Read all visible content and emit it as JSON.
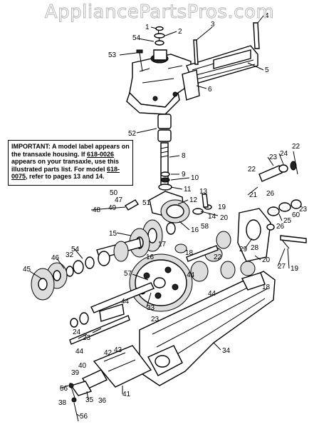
{
  "watermark": "AppliancePartsPros.com",
  "notice": {
    "lead": "IMPORTANT:",
    "line1": " A model label appears on the transaxle housing. If ",
    "model_a": "618-0026",
    "line2": " appears on your transaxle, use this illustrated parts list. For model ",
    "model_b": "618-0075",
    "line3": ", refer to pages 13 and 14."
  },
  "callouts": [
    "1",
    "2",
    "3",
    "4",
    "54",
    "53",
    "5",
    "6",
    "52",
    "8",
    "9",
    "10",
    "11",
    "12",
    "13",
    "14",
    "15",
    "16",
    "17",
    "18",
    "19",
    "20",
    "21",
    "22",
    "23",
    "24",
    "25",
    "26",
    "27",
    "28",
    "29",
    "32",
    "33",
    "34",
    "35",
    "36",
    "38",
    "39",
    "40",
    "41",
    "42",
    "43",
    "44",
    "45",
    "46",
    "47",
    "48",
    "49",
    "50",
    "51",
    "56",
    "57",
    "58",
    "60"
  ]
}
